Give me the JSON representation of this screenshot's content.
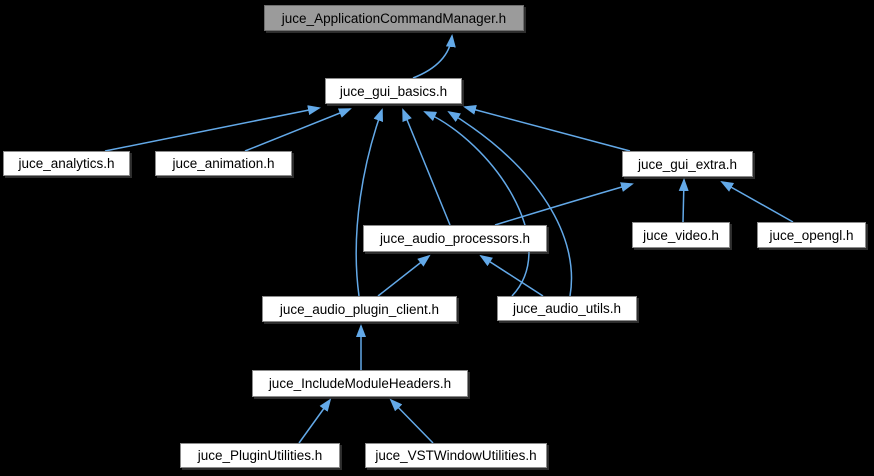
{
  "diagram": {
    "type": "include-dependency-graph",
    "root_file": "juce_ApplicationCommandManager.h",
    "colors": {
      "background": "#000000",
      "edge": "#63a9e8",
      "root_node_fill": "#9b9b9b",
      "root_node_border": "#6e6e6e",
      "node_fill": "#ffffff",
      "node_border": "#8c8c8c",
      "text": "#000000"
    },
    "nodes": [
      {
        "id": "acm",
        "label": "juce_ApplicationCommandManager.h"
      },
      {
        "id": "gui_basics",
        "label": "juce_gui_basics.h"
      },
      {
        "id": "analytics",
        "label": "juce_analytics.h"
      },
      {
        "id": "animation",
        "label": "juce_animation.h"
      },
      {
        "id": "gui_extra",
        "label": "juce_gui_extra.h"
      },
      {
        "id": "audio_processors",
        "label": "juce_audio_processors.h"
      },
      {
        "id": "video",
        "label": "juce_video.h"
      },
      {
        "id": "opengl",
        "label": "juce_opengl.h"
      },
      {
        "id": "plugin_client",
        "label": "juce_audio_plugin_client.h"
      },
      {
        "id": "audio_utils",
        "label": "juce_audio_utils.h"
      },
      {
        "id": "imh",
        "label": "juce_IncludeModuleHeaders.h"
      },
      {
        "id": "plugin_utilities",
        "label": "juce_PluginUtilities.h"
      },
      {
        "id": "vst_window_utils",
        "label": "juce_VSTWindowUtilities.h"
      }
    ],
    "edges": [
      {
        "from": "juce_gui_basics.h",
        "to": "juce_ApplicationCommandManager.h"
      },
      {
        "from": "juce_analytics.h",
        "to": "juce_gui_basics.h"
      },
      {
        "from": "juce_animation.h",
        "to": "juce_gui_basics.h"
      },
      {
        "from": "juce_gui_extra.h",
        "to": "juce_gui_basics.h"
      },
      {
        "from": "juce_audio_processors.h",
        "to": "juce_gui_basics.h"
      },
      {
        "from": "juce_audio_utils.h",
        "to": "juce_gui_basics.h"
      },
      {
        "from": "juce_audio_plugin_client.h",
        "to": "juce_gui_basics.h"
      },
      {
        "from": "juce_audio_processors.h",
        "to": "juce_gui_extra.h"
      },
      {
        "from": "juce_video.h",
        "to": "juce_gui_extra.h"
      },
      {
        "from": "juce_opengl.h",
        "to": "juce_gui_extra.h"
      },
      {
        "from": "juce_audio_plugin_client.h",
        "to": "juce_audio_processors.h"
      },
      {
        "from": "juce_audio_utils.h",
        "to": "juce_audio_processors.h"
      },
      {
        "from": "juce_IncludeModuleHeaders.h",
        "to": "juce_audio_plugin_client.h"
      },
      {
        "from": "juce_PluginUtilities.h",
        "to": "juce_IncludeModuleHeaders.h"
      },
      {
        "from": "juce_VSTWindowUtilities.h",
        "to": "juce_IncludeModuleHeaders.h"
      }
    ]
  }
}
